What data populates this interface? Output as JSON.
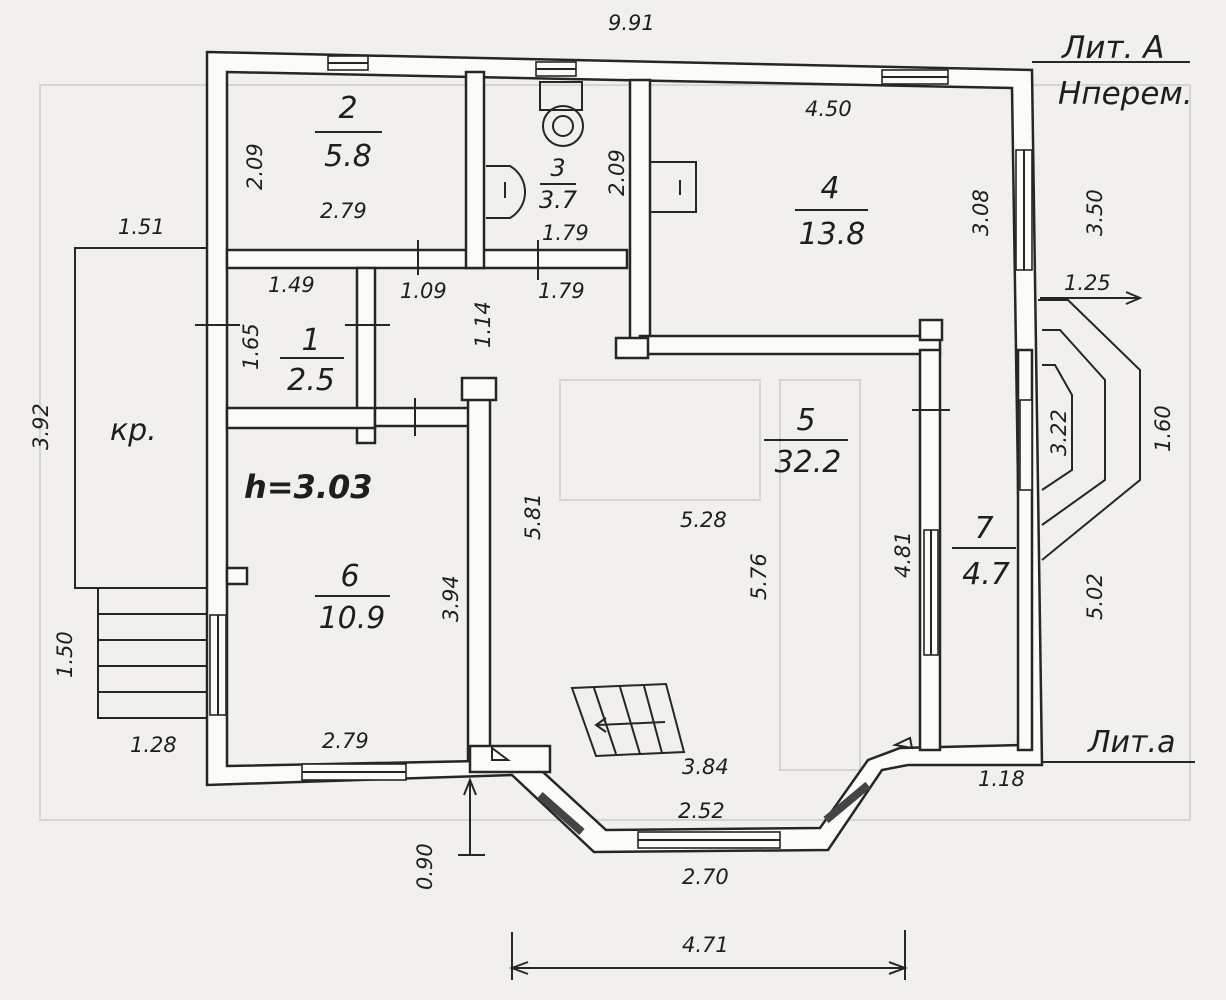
{
  "header": {
    "lit_a": "Лит. А",
    "h_perem": "Hперем.",
    "lit_a_small": "Лит.а"
  },
  "ceiling_height": "h=3.03",
  "porch_label": "кр.",
  "rooms": [
    {
      "number": "1",
      "area": "2.5"
    },
    {
      "number": "2",
      "area": "5.8"
    },
    {
      "number": "3",
      "area": "3.7"
    },
    {
      "number": "4",
      "area": "13.8"
    },
    {
      "number": "5",
      "area": "32.2"
    },
    {
      "number": "6",
      "area": "10.9"
    },
    {
      "number": "7",
      "area": "4.7"
    }
  ],
  "dimensions": {
    "overall_width": "9.91",
    "r2_height": "2.09",
    "r2_width": "2.79",
    "r3_height": "2.09",
    "r3_width": "1.79",
    "r4_width": "4.50",
    "r4_height": "3.08",
    "right_upper": "3.50",
    "porch_width": "1.51",
    "r1_width": "1.49",
    "r1_height": "1.65",
    "hall_width_a": "1.09",
    "hall_width_b": "1.79",
    "hall_height": "1.14",
    "bay_offset": "1.25",
    "left_height": "3.92",
    "bay_inner": "3.22",
    "bay_outer": "1.60",
    "r5_left": "5.81",
    "r5_width": "5.28",
    "r5_height": "5.76",
    "r7_height": "4.81",
    "right_lower": "5.02",
    "stairs_height": "1.50",
    "r6_height": "3.94",
    "stairs_width": "1.28",
    "r6_width": "2.79",
    "r5_bottom": "3.84",
    "bay_front_inner": "2.52",
    "side_1_18": "1.18",
    "bay_depth": "0.90",
    "bay_front_outer": "2.70",
    "bottom_dim": "4.71"
  }
}
